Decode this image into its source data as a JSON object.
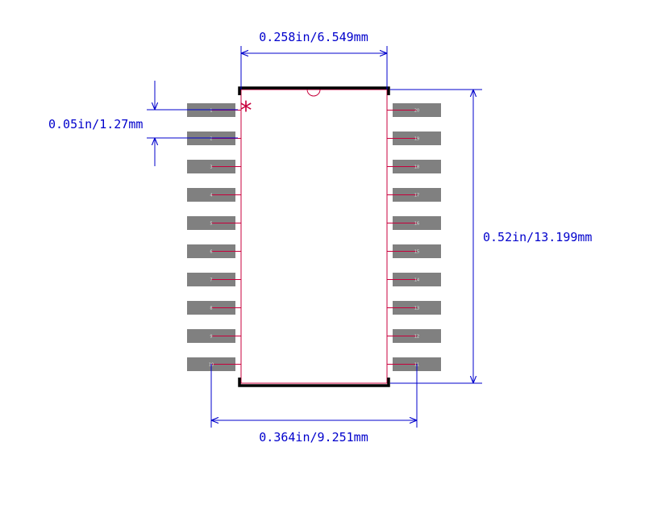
{
  "package": {
    "pins_per_side": 10,
    "left_pins": [
      "1",
      "2",
      "3",
      "4",
      "5",
      "6",
      "7",
      "8",
      "9",
      "10"
    ],
    "right_pins": [
      "20",
      "19",
      "18",
      "17",
      "16",
      "15",
      "14",
      "13",
      "12",
      "11"
    ],
    "pin1_marker": "*"
  },
  "dimensions": {
    "body_width": "0.258in/6.549mm",
    "pitch": "0.05in/1.27mm",
    "body_length": "0.52in/13.199mm",
    "overall_width": "0.364in/9.251mm"
  },
  "colors": {
    "pad": "#808080",
    "outline": "#c8003c",
    "silkscreen": "#000000",
    "dimension": "#0000cc",
    "background": "#ffffff"
  }
}
